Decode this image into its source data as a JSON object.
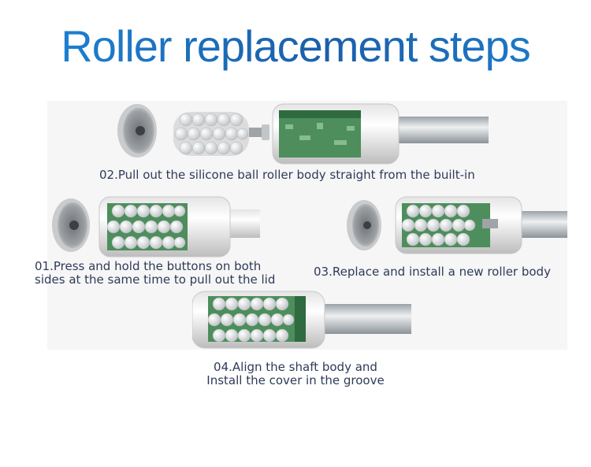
{
  "title": "Roller replacement steps",
  "steps": {
    "s2": "02.Pull out the silicone ball roller body straight from the built-in",
    "s1_line1": "01.Press and hold the buttons on both",
    "s1_line2": "sides at the same time to pull out the lid",
    "s3": "03.Replace and install a new roller body",
    "s4_line1": "04.Align the shaft body and",
    "s4_line2": "Install the cover in the groove"
  },
  "colors": {
    "title_blue": "#1a6fc4",
    "caption_text": "#2e3a58",
    "pcb_green": "#3a8a55",
    "device_white": "#f2f2f2"
  }
}
